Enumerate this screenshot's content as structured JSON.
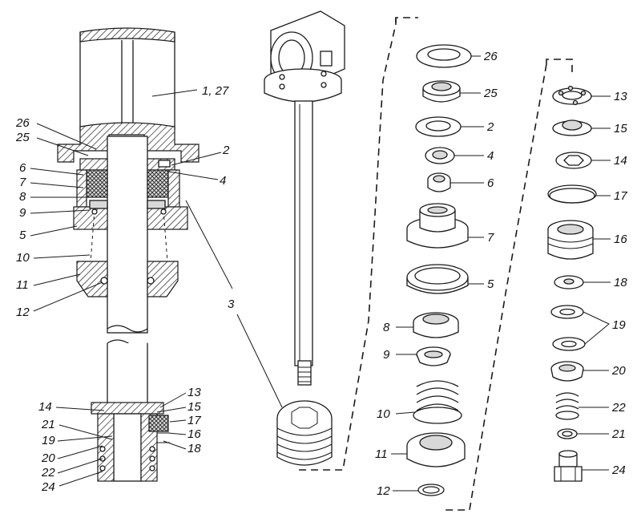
{
  "labels": {
    "l_1_27": "1, 27",
    "l_26a": "26",
    "l_25a": "25",
    "l_6a": "6",
    "l_7a": "7",
    "l_8a": "8",
    "l_9a": "9",
    "l_5a": "5",
    "l_10a": "10",
    "l_11a": "11",
    "l_12a": "12",
    "l_2a": "2",
    "l_4a": "4",
    "l_3": "3",
    "l_14a": "14",
    "l_21a": "21",
    "l_19a": "19",
    "l_20a": "20",
    "l_22a": "22",
    "l_24a": "24",
    "l_13a": "13",
    "l_15a": "15",
    "l_17a": "17",
    "l_16a": "16",
    "l_18a": "18",
    "m_26": "26",
    "m_25": "25",
    "m_2": "2",
    "m_4": "4",
    "m_6": "6",
    "m_7": "7",
    "m_5": "5",
    "m_8": "8",
    "m_9": "9",
    "m_10": "10",
    "m_11": "11",
    "m_12": "12",
    "r_13": "13",
    "r_15": "15",
    "r_14": "14",
    "r_17": "17",
    "r_16": "16",
    "r_18": "18",
    "r_19": "19",
    "r_20": "20",
    "r_22": "22",
    "r_21": "21",
    "r_24": "24"
  }
}
